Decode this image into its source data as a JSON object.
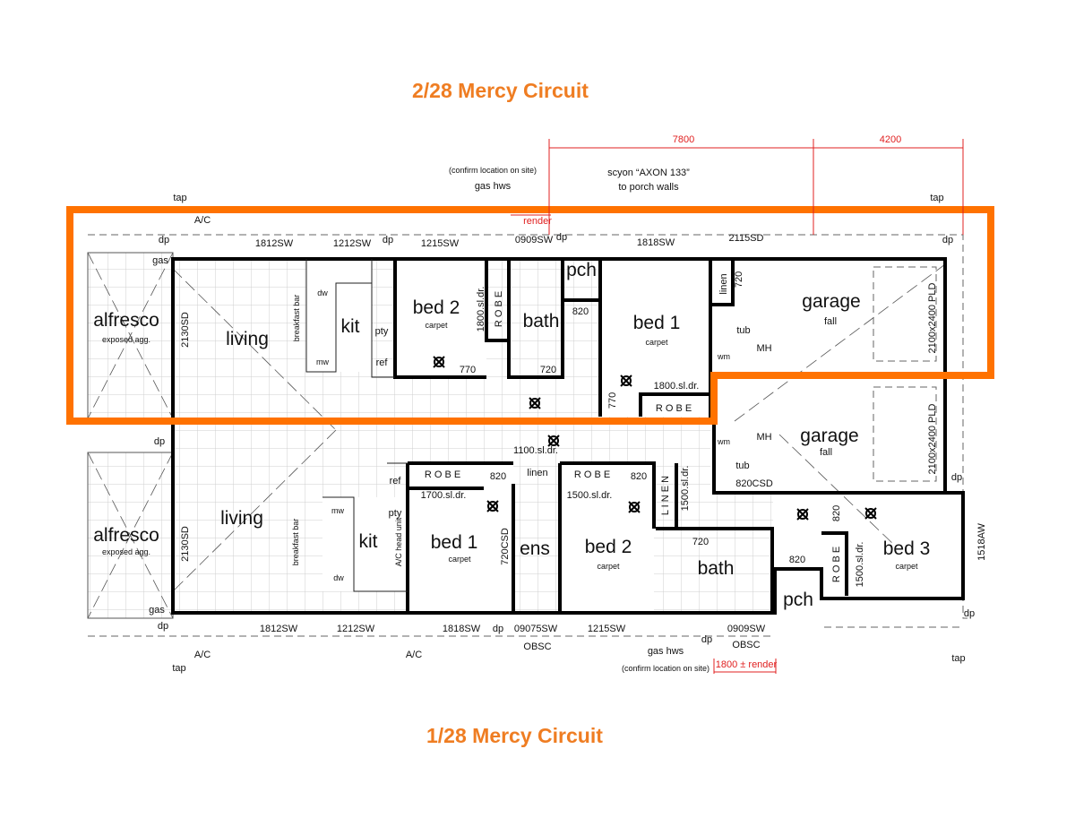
{
  "titles": {
    "unit2": "2/28 Mercy Circuit",
    "unit1": "1/28 Mercy Circuit"
  },
  "colors": {
    "accent": "#ef7d22",
    "highlight": "#ff7200",
    "dimension": "#e02020",
    "wall": "#000000",
    "grid": "#cfcfcf"
  },
  "dimensions": {
    "top_a": "7800",
    "top_b": "4200",
    "render_top": "render",
    "render_bottom": "1800 ± render"
  },
  "upper": {
    "tap_left": "tap",
    "ac": "A/C",
    "dp1": "dp",
    "gas": "gas",
    "w1": "1812SW",
    "w2": "1212SW",
    "dp2": "dp",
    "w3": "1215SW",
    "w4": "0909SW",
    "dp3": "dp",
    "w5": "1818SW",
    "w6": "2115SD",
    "dp4": "dp",
    "tap_right": "tap",
    "hws_note": "(confirm location on site)",
    "hws": "gas hws",
    "scyon1": "scyon “AXON 133”",
    "scyon2": "to porch walls",
    "alfresco": "alfresco",
    "alfresco_sub": "exposed agg.",
    "sd": "2130SD",
    "living": "living",
    "bbar": "breakfast bar",
    "dw": "dw",
    "mw": "mw",
    "kit": "kit",
    "pty": "pty",
    "ref": "ref",
    "bed2": "bed 2",
    "bed2_sub": "carpet",
    "bed2_robe_dr": "1800.sl.dr.",
    "robe1": "R O B E",
    "bath": "bath",
    "d770a": "770",
    "d720a": "720",
    "pch": "pch",
    "d820": "820",
    "bed1": "bed 1",
    "bed1_sub": "carpet",
    "bed1_robe_dr": "1800.sl.dr.",
    "robe2": "R O B E",
    "d770b": "770",
    "linen": "linen",
    "d720b": "720",
    "tub": "tub",
    "mh": "MH",
    "wm": "wm",
    "garage": "garage",
    "fall": "fall",
    "pld": "2100x2400 PLD"
  },
  "lower": {
    "dp_top": "dp",
    "sl1100": "1100.sl.dr.",
    "alfresco": "alfresco",
    "alfresco_sub": "exposed agg.",
    "sd": "2130SD",
    "living": "living",
    "bbar": "breakfast bar",
    "mw": "mw",
    "dw": "dw",
    "kit": "kit",
    "ref": "ref",
    "pty": "pty",
    "ac_head": "A/C head unit",
    "robe1": "R O B E",
    "d820a": "820",
    "bed1_robe_dr": "1700.sl.dr.",
    "bed1": "bed 1",
    "bed1_sub": "carpet",
    "csd720": "720CSD",
    "linen": "linen",
    "ens": "ens",
    "robe2": "R O B E",
    "d820b": "820",
    "bed2_robe_dr": "1500.sl.dr.",
    "bed2": "bed 2",
    "bed2_sub": "carpet",
    "linen2": "L I N E N",
    "linen2_dr": "1500.sl.dr.",
    "d720": "720",
    "bath": "bath",
    "d820c": "820",
    "pch": "pch",
    "d820d": "820",
    "robe3": "R O B E",
    "bed3_robe_dr": "1500.sl.dr.",
    "bed3": "bed 3",
    "bed3_sub": "carpet",
    "aw": "1518AW",
    "wm": "wm",
    "mh": "MH",
    "garage": "garage",
    "fall": "fall",
    "tub": "tub",
    "csd820": "820CSD",
    "pld": "2100x2400 PLD",
    "dp_right": "dp",
    "dp_l": "dp",
    "gas": "gas",
    "ac1": "A/C",
    "tap_left": "tap",
    "w1": "1812SW",
    "w2": "1212SW",
    "ac2": "A/C",
    "w3": "1818SW",
    "dp2": "dp",
    "w4": "09075SW",
    "obsc1": "OBSC",
    "w5": "1215SW",
    "hws": "gas hws",
    "hws_note": "(confirm location on site)",
    "dp3": "dp",
    "w6": "0909SW",
    "obsc2": "OBSC",
    "dp4": "dp",
    "tap_right": "tap"
  }
}
